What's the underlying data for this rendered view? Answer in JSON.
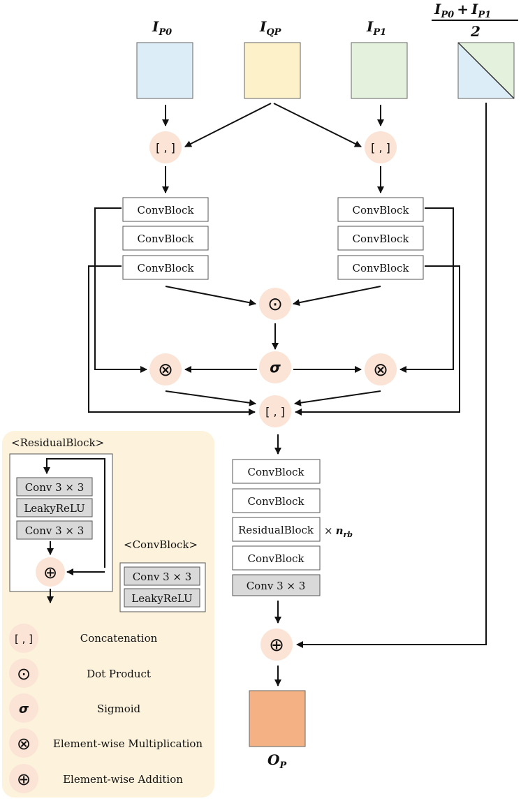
{
  "inputs": {
    "ip0": {
      "main": "I",
      "sub": "P0"
    },
    "iqp": {
      "main": "I",
      "sub": "QP"
    },
    "ip1": {
      "main": "I",
      "sub": "P1"
    },
    "avg": {
      "num_a": "I",
      "num_a_sub": "P0",
      "plus": "+",
      "num_b": "I",
      "num_b_sub": "P1",
      "den": "2"
    }
  },
  "output": {
    "main": "O",
    "sub": "P"
  },
  "ops": {
    "concat": "[ , ]",
    "dot": "⊙",
    "sigma": "σ",
    "mult": "⊗",
    "add": "⊕"
  },
  "blocks": {
    "convblock": "ConvBlock",
    "residualblock": "ResidualBlock",
    "conv3x3": "Conv 3 × 3",
    "leakyrelu": "LeakyReLU",
    "times": "×",
    "nrb_main": "n",
    "nrb_sub": "rb"
  },
  "legend": {
    "residual_title": "<ResidualBlock>",
    "convblock_title": "<ConvBlock>",
    "items": [
      {
        "symbol": "[ , ]",
        "label": "Concatenation"
      },
      {
        "symbol": "⊙",
        "label": "Dot Product"
      },
      {
        "symbol": "σ",
        "label": "Sigmoid"
      },
      {
        "symbol": "⊗",
        "label": "Element-wise Multiplication"
      },
      {
        "symbol": "⊕",
        "label": "Element-wise Addition"
      }
    ]
  },
  "colors": {
    "ip0": "#ddedf7",
    "iqp": "#fdf1c9",
    "ip1": "#e4f1dc",
    "output": "#f4b183",
    "op_circle": "#fbe3d5",
    "legend_bg": "#fdf2dc",
    "gray_box": "#d9d9d9"
  }
}
